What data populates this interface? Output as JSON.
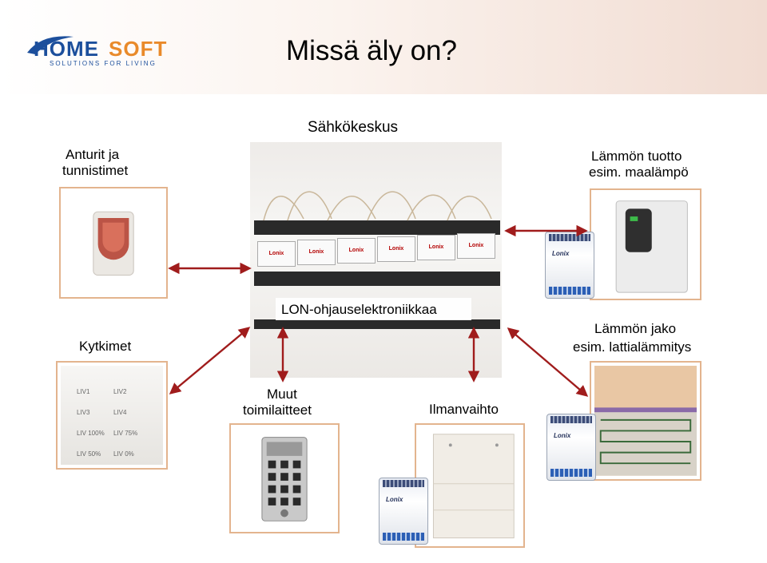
{
  "header": {
    "title": "Missä äly on?",
    "logo_text": "HOMESOFT",
    "logo_tagline": "SOLUTIONS FOR LIVING"
  },
  "labels": {
    "central": "Sähkökeskus",
    "sensors_line1": "Anturit ja",
    "sensors_line2": "tunnistimet",
    "heat_production_line1": "Lämmön tuotto",
    "heat_production_line2": "esim. maalämpö",
    "lon_electronics": "LON-ohjauselektroniikkaa",
    "switches": "Kytkimet",
    "heat_distribution_line1": "Lämmön jako",
    "heat_distribution_line2": "esim. lattialämmitys",
    "other_actuators_line1": "Muut",
    "other_actuators_line2": "toimilaitteet",
    "ventilation": "Ilmanvaihto"
  },
  "device": {
    "brand": "Lonix"
  },
  "switch_panel": {
    "buttons": [
      "LIV1",
      "LIV2",
      "LIV3",
      "LIV4",
      "LIV 100%",
      "LIV 75%",
      "LIV 50%",
      "LIV 0%"
    ]
  },
  "colors": {
    "arrow": "#a01c1c",
    "frame_border": "#e3b48e",
    "logo_blue": "#1c4f9c",
    "logo_orange": "#e98a2a"
  }
}
